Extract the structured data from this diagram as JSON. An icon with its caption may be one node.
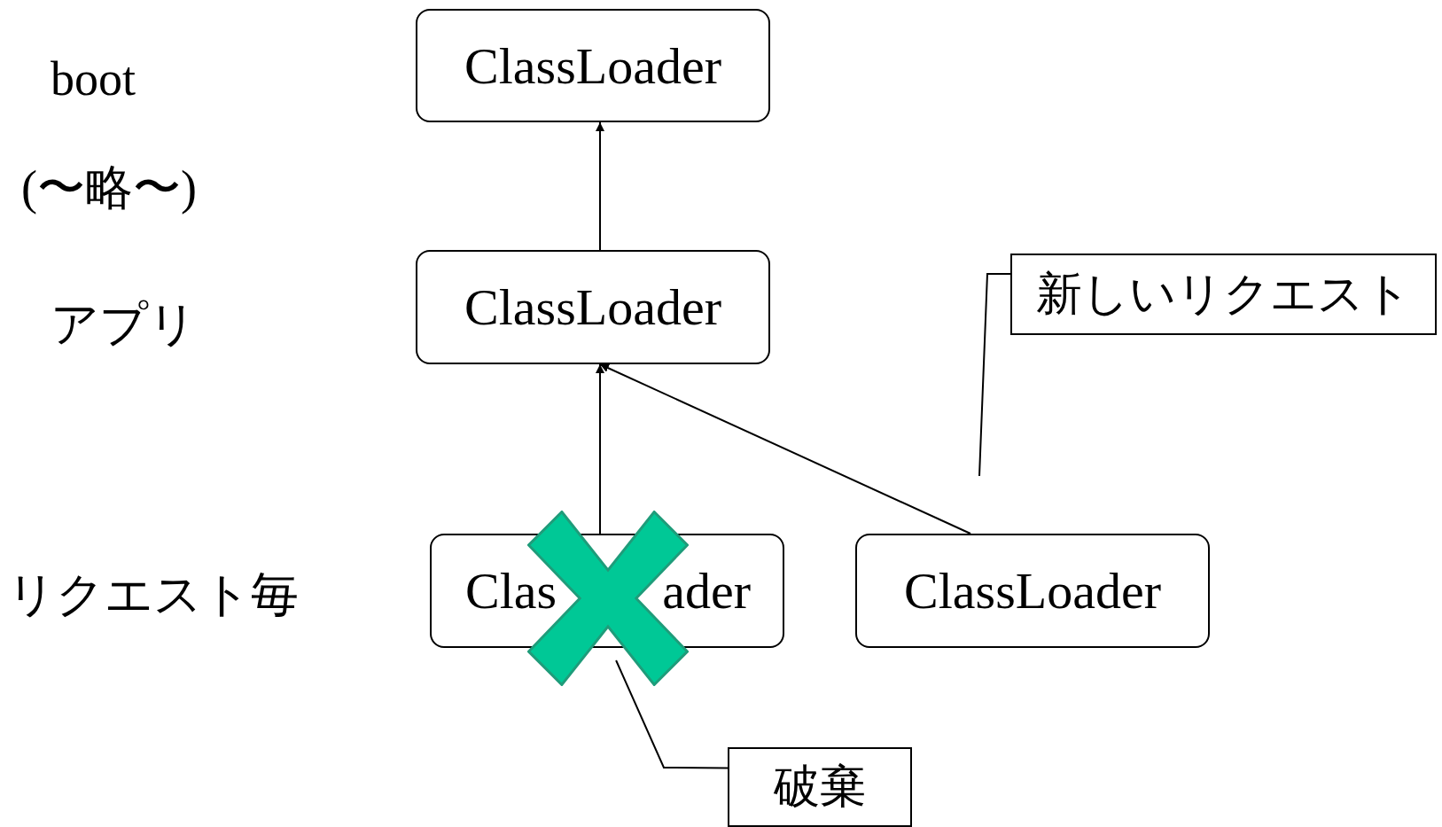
{
  "diagram": {
    "nodes": [
      {
        "text": [
          "ClassLoader"
        ]
      },
      {
        "text": [
          "ClassLoader"
        ]
      },
      {
        "text": [
          "Clas",
          "ader"
        ]
      },
      {
        "text": [
          "ClassLoader"
        ]
      },
      {
        "text": [
          "新しいリクエスト"
        ]
      },
      {
        "text": [
          "破棄"
        ]
      },
      {
        "text": [],
        "shape": "cross"
      }
    ],
    "edges": [
      {
        "from": 1,
        "to": 0,
        "arrow": "to"
      },
      {
        "from": 2,
        "to": 1,
        "arrow": "to"
      },
      {
        "from": 3,
        "to": 1,
        "arrow": "to"
      },
      {
        "from": 5,
        "to": 6,
        "arrow": "none"
      },
      {
        "from": 4,
        "to": null,
        "arrow": "none"
      }
    ],
    "labels": [
      "boot",
      "(〜略〜)",
      "アプリ",
      "リクエスト毎"
    ]
  }
}
